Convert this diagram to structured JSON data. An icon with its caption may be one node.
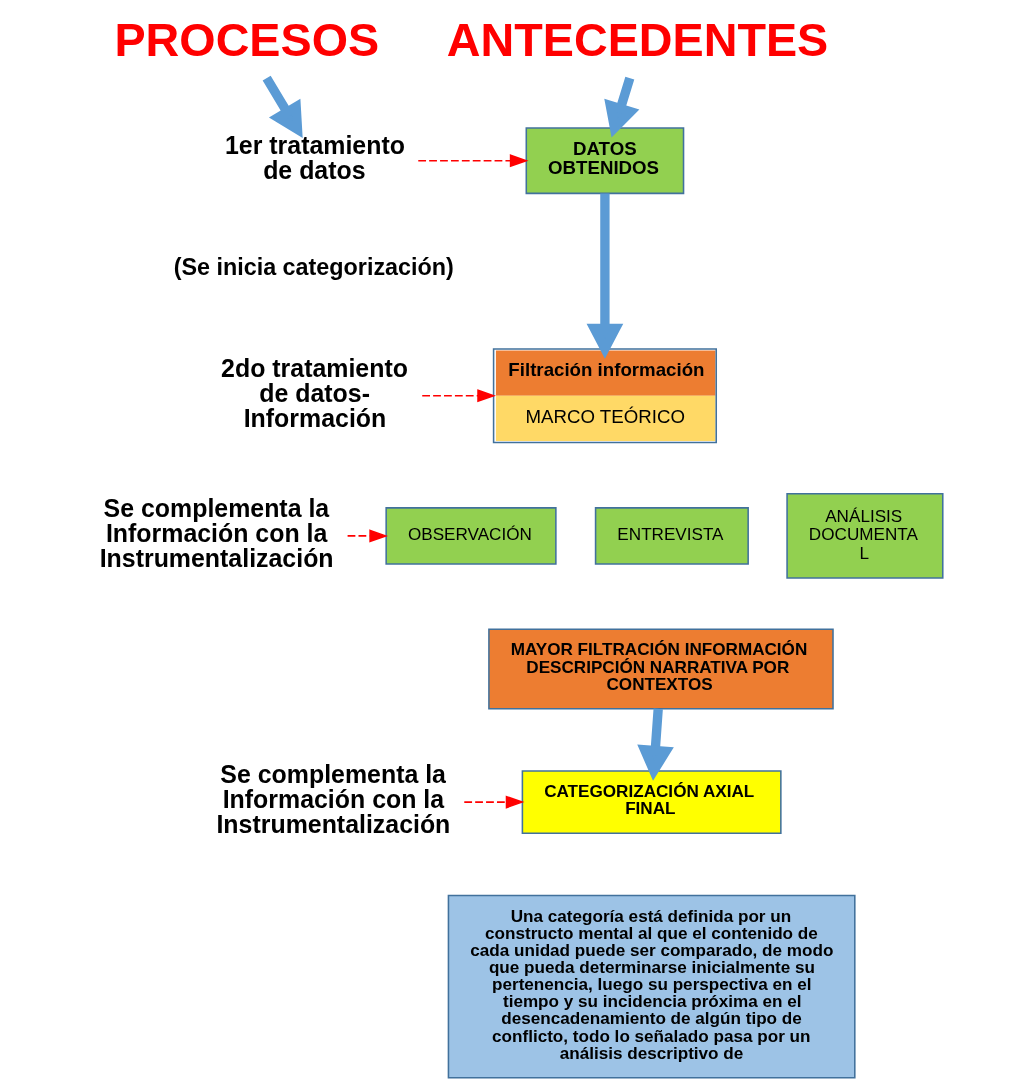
{
  "diagram": {
    "nodes": [
      {
        "text": [
          "PROCESOS"
        ]
      },
      {
        "text": [
          "ANTECEDENTES"
        ]
      },
      {
        "text": [
          "1er tratamiento de datos"
        ]
      },
      {
        "text": [
          "DATOS OBTENIDOS"
        ]
      },
      {
        "text": [
          "2do tratamiento de datos- Información"
        ]
      },
      {
        "text": [
          "Filtración información",
          "MARCO TEÓRICO"
        ]
      },
      {
        "text": [
          "Se complementa la Información con la Instrumentalización"
        ]
      },
      {
        "text": [
          "OBSERVACIÓN"
        ]
      },
      {
        "text": [
          "ENTREVISTA"
        ]
      },
      {
        "text": [
          "ANÁLISIS DOCUMENTA L"
        ]
      },
      {
        "text": [
          "MAYOR FILTRACIÓN INFORMACIÓN DESCRIPCIÓN NARRATIVA POR CONTEXTOS"
        ]
      },
      {
        "text": [
          "Se complementa la Información con la Instrumentalización"
        ]
      },
      {
        "text": [
          "CATEGORIZACIÓN AXIAL FINAL"
        ]
      },
      {
        "text": [
          "Una categoría está definida por un constructo mental al que el contenido de cada unidad puede ser comparado, de modo que pueda determinarse inicialmente su pertenencia, luego su perspectiva en el tiempo y su incidencia próxima en el desencadenamiento de algún tipo de conflicto, todo lo señalado pasa por un análisis descriptivo de"
        ]
      }
    ],
    "edges": [
      {
        "from": 0,
        "to": 2,
        "arrow": "to",
        "style": "thick",
        "color": "#5b9bd5"
      },
      {
        "from": 1,
        "to": 3,
        "arrow": "to",
        "style": "thick",
        "color": "#5b9bd5"
      },
      {
        "from": 2,
        "to": 3,
        "arrow": "to",
        "style": "dashed",
        "color": "#ff0000"
      },
      {
        "from": 3,
        "to": 5,
        "arrow": "to",
        "style": "thick",
        "color": "#5b9bd5"
      },
      {
        "from": 4,
        "to": 5,
        "arrow": "to",
        "style": "dashed",
        "color": "#ff0000"
      },
      {
        "from": 6,
        "to": 7,
        "arrow": "to",
        "style": "dashed",
        "color": "#ff0000"
      },
      {
        "from": 10,
        "to": 12,
        "arrow": "to",
        "style": "thick",
        "color": "#5b9bd5"
      },
      {
        "from": 11,
        "to": 12,
        "arrow": "to",
        "style": "dashed",
        "color": "#ff0000"
      }
    ],
    "labels": [
      "(Se inicia categorización)"
    ]
  }
}
